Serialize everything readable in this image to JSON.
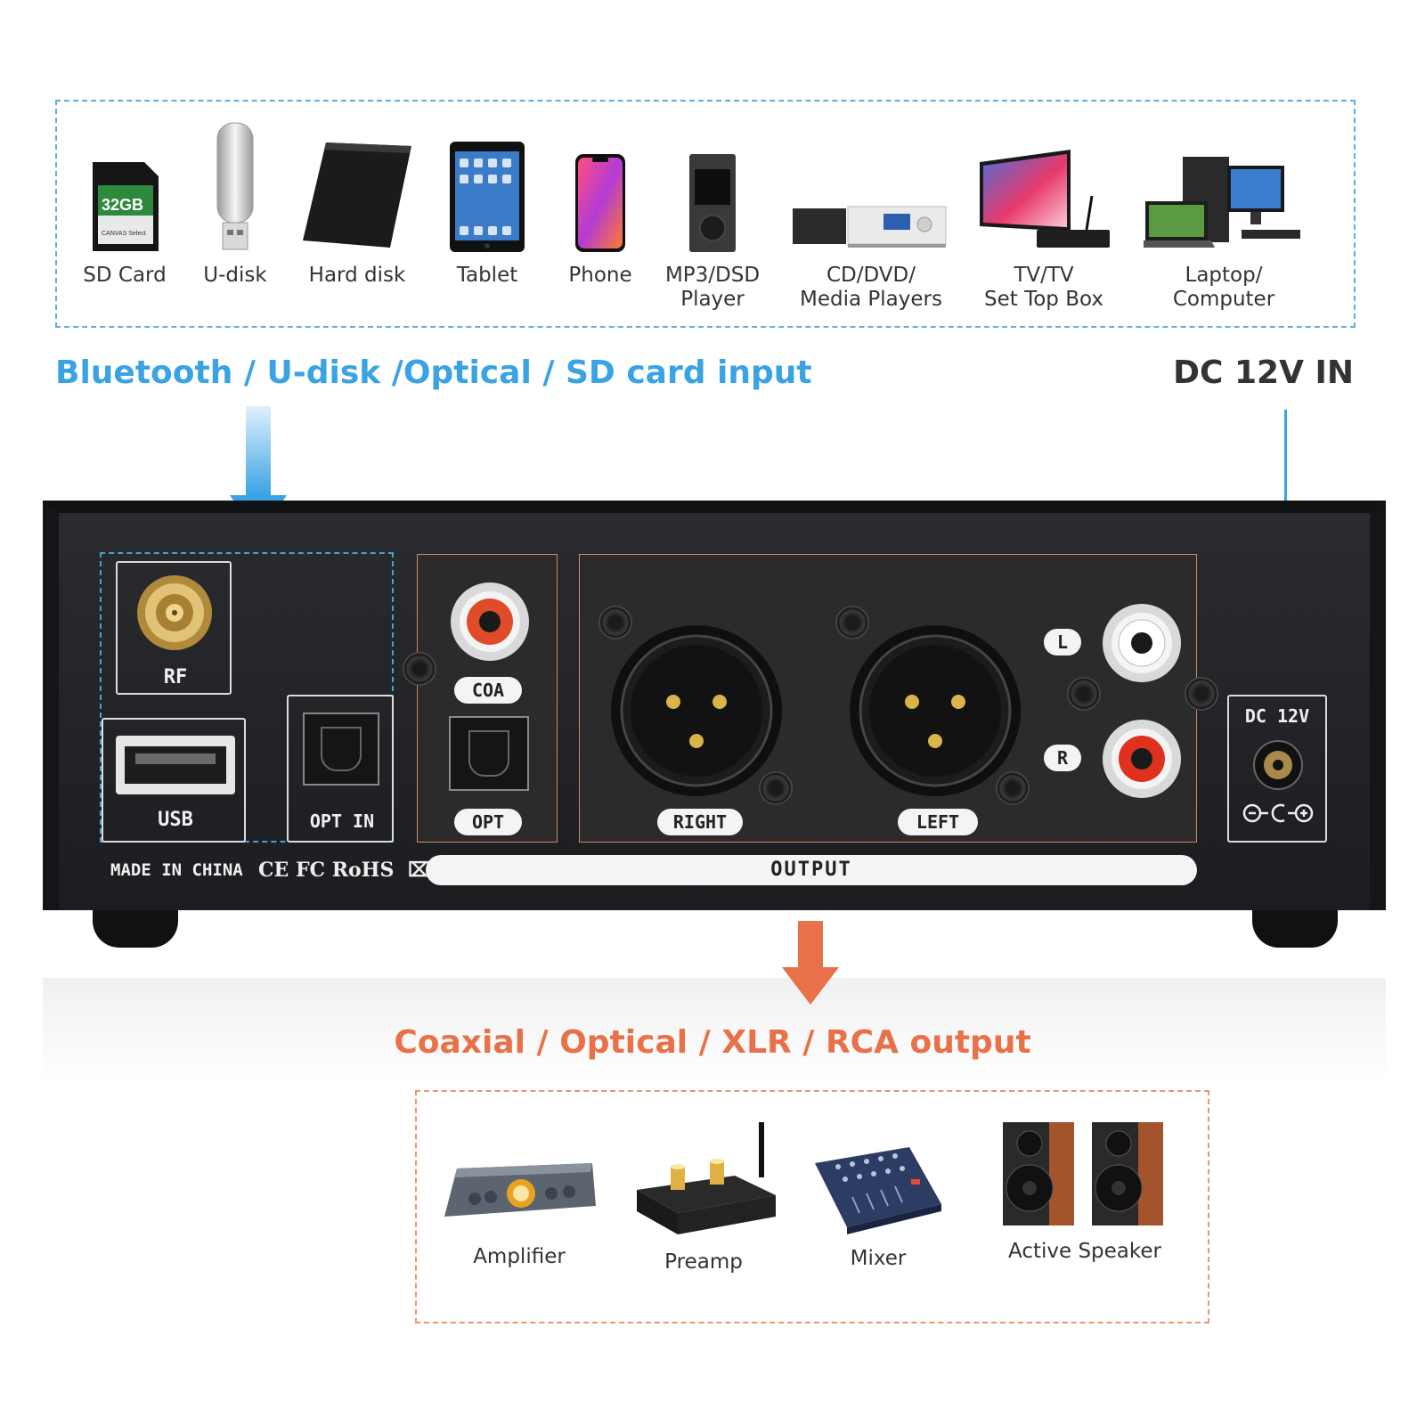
{
  "sources": [
    {
      "label": "SD Card",
      "icon": "sd-card-icon",
      "sd_capacity": "32GB",
      "sd_brand": "CANVAS Select"
    },
    {
      "label": "U-disk",
      "icon": "usb-stick-icon"
    },
    {
      "label": "Hard disk",
      "icon": "hard-disk-icon"
    },
    {
      "label": "Tablet",
      "icon": "tablet-icon"
    },
    {
      "label": "Phone",
      "icon": "phone-icon"
    },
    {
      "label": "MP3/DSD\nPlayer",
      "icon": "mp3-player-icon"
    },
    {
      "label": "CD/DVD/\nMedia Players",
      "icon": "media-player-icon"
    },
    {
      "label": "TV/TV\nSet Top Box",
      "icon": "tv-icon"
    },
    {
      "label": "Laptop/\nComputer",
      "icon": "computer-icon"
    }
  ],
  "input_title": "Bluetooth / U-disk /Optical / SD card input",
  "dc_title": "DC 12V IN",
  "panel": {
    "rf": "RF",
    "usb": "USB",
    "opt_in": "OPT IN",
    "coa": "COA",
    "opt": "OPT",
    "right": "RIGHT",
    "left": "LEFT",
    "l": "L",
    "r": "R",
    "dc": "DC 12V",
    "made_in": "MADE IN CHINA",
    "certs": "CE FC RoHS",
    "output": "OUTPUT"
  },
  "output_title": "Coaxial  / Optical /  XLR / RCA output",
  "outputs": [
    {
      "label": "Amplifier",
      "icon": "amplifier-icon"
    },
    {
      "label": "Preamp",
      "icon": "preamp-icon"
    },
    {
      "label": "Mixer",
      "icon": "mixer-icon"
    },
    {
      "label": "Active Speaker",
      "icon": "speaker-icon"
    }
  ],
  "colors": {
    "input_accent": "#3aa3e3",
    "output_accent": "#e8714a",
    "chassis": "#232427"
  }
}
